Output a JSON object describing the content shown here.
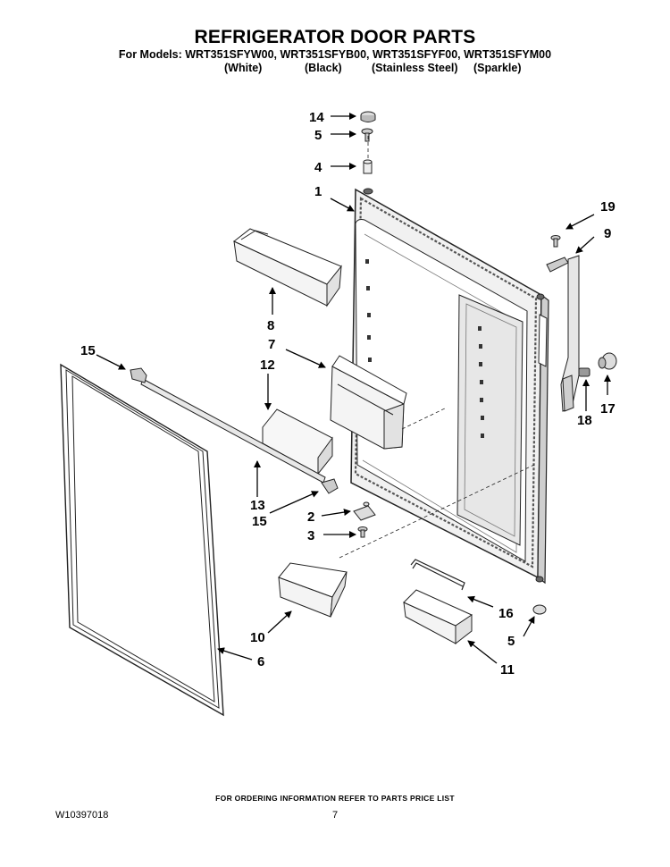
{
  "header": {
    "title": "REFRIGERATOR DOOR PARTS",
    "models_line": "For Models: WRT351SFYW00, WRT351SFYB00, WRT351SFYF00, WRT351SFYM00",
    "finishes": [
      "(White)",
      "(Black)",
      "(Stainless Steel)",
      "(Sparkle)"
    ]
  },
  "callouts": [
    "14",
    "5",
    "4",
    "1",
    "19",
    "9",
    "8",
    "7",
    "12",
    "15",
    "17",
    "18",
    "13",
    "15",
    "2",
    "3",
    "16",
    "10",
    "5",
    "6",
    "11"
  ],
  "footer": {
    "ordering_note": "FOR ORDERING INFORMATION REFER TO PARTS PRICE LIST",
    "doc_number": "W10397018",
    "page_number": "7"
  }
}
